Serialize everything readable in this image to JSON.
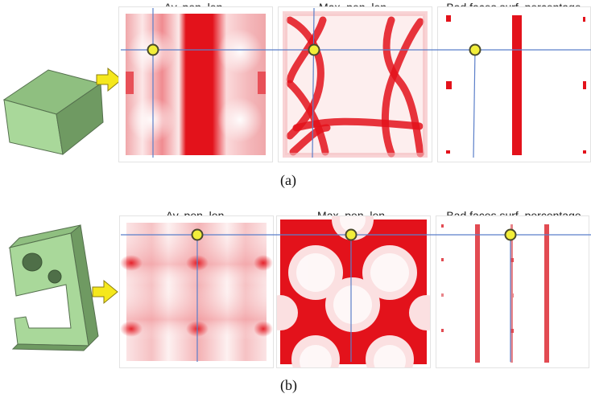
{
  "row_a": {
    "caption": "(a)",
    "panel_titles": [
      "Av. pen. len.",
      "Max. pen. len.",
      "Bad faces surf. percentage"
    ]
  },
  "row_b": {
    "caption": "(b)",
    "panel_titles": [
      "Av. pen. len.",
      "Max. pen. len.",
      "Bad faces surf. percentage"
    ]
  },
  "colors": {
    "heat": "#e3121b",
    "crosshair": "#5b7fc9",
    "marker_fill": "#f2ee3a",
    "marker_stroke": "#4a4a2a",
    "arrow": "#f5e81c",
    "model_front": "#a9d89a",
    "model_side": "#6f9a62",
    "model_top": "#8fbf80"
  }
}
